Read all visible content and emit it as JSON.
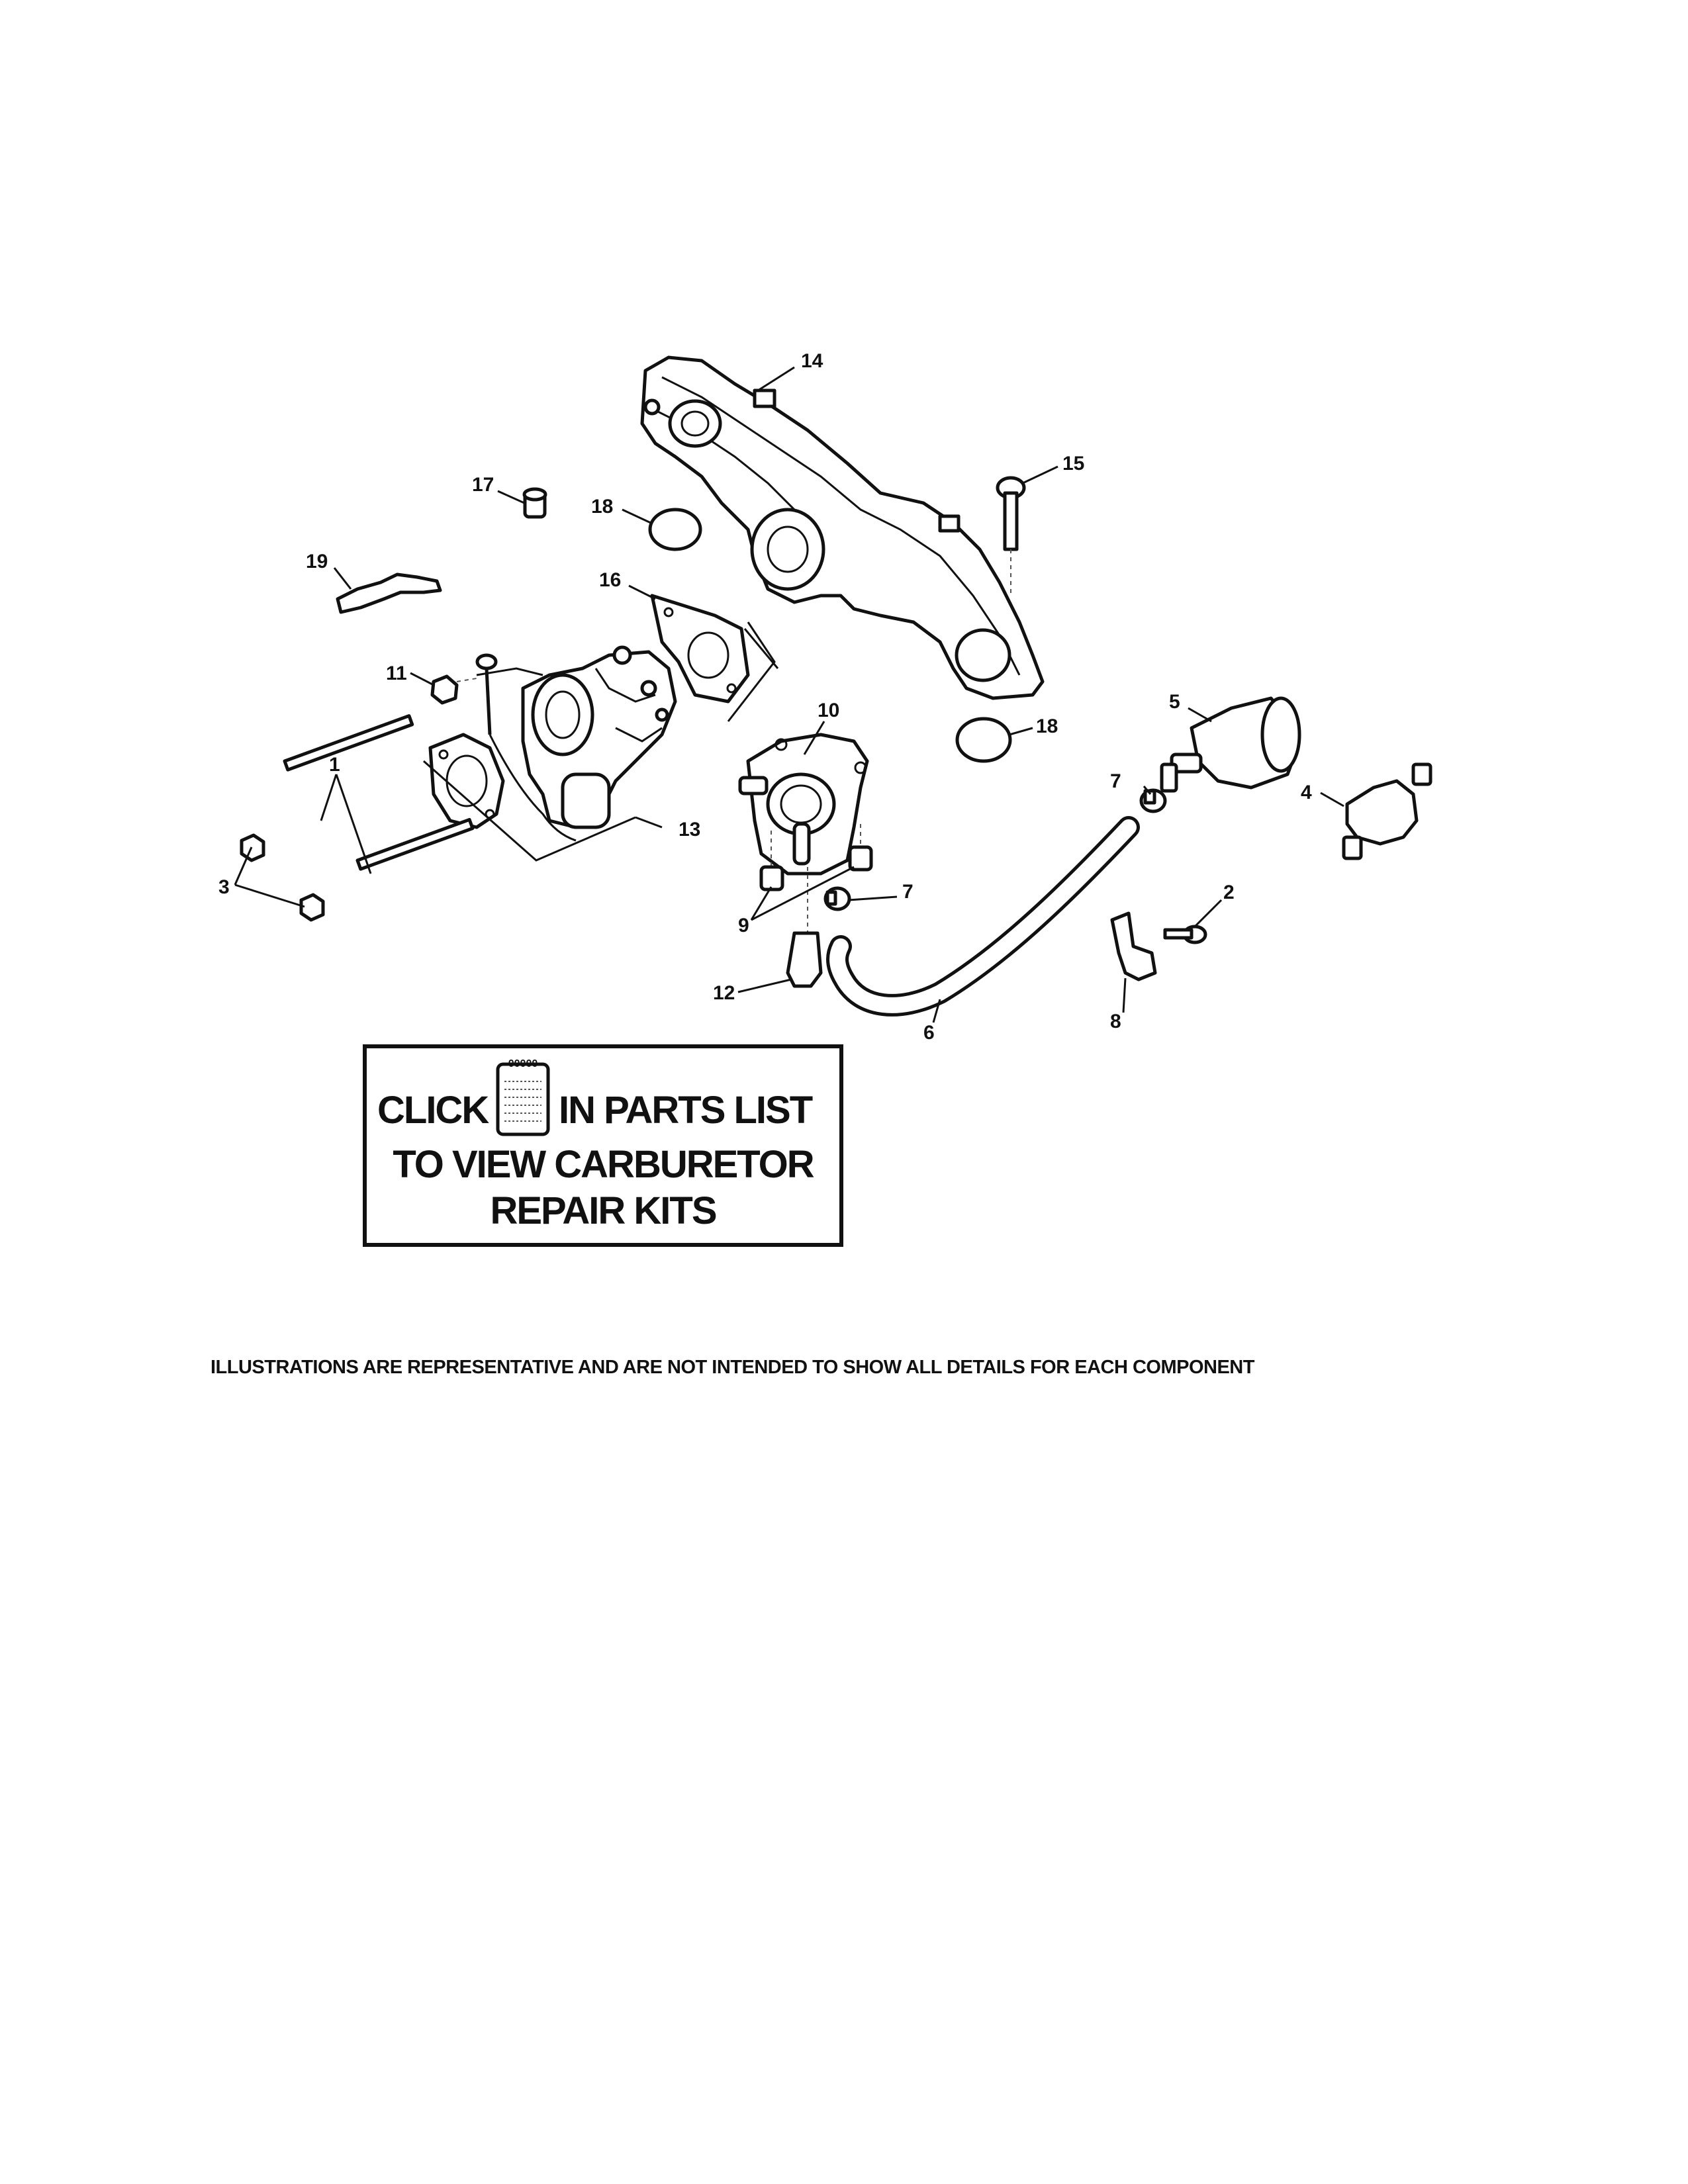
{
  "diagram": {
    "callouts": {
      "c1": "1",
      "c2": "2",
      "c3": "3",
      "c4": "4",
      "c5": "5",
      "c6": "6",
      "c7a": "7",
      "c7b": "7",
      "c8": "8",
      "c9": "9",
      "c10": "10",
      "c11": "11",
      "c12": "12",
      "c13": "13",
      "c14": "14",
      "c15": "15",
      "c16": "16",
      "c17": "17",
      "c18a": "18",
      "c18b": "18",
      "c19": "19"
    },
    "icon": "notebook-icon"
  },
  "notice": {
    "line1_before_icon": "CLICK",
    "line1_after_icon": "IN PARTS LIST",
    "line2": "TO VIEW CARBURETOR",
    "line3": "REPAIR KITS",
    "icon_label": "00000"
  },
  "disclaimer": "ILLUSTRATIONS ARE REPRESENTATIVE AND ARE NOT INTENDED TO SHOW ALL DETAILS FOR EACH COMPONENT"
}
